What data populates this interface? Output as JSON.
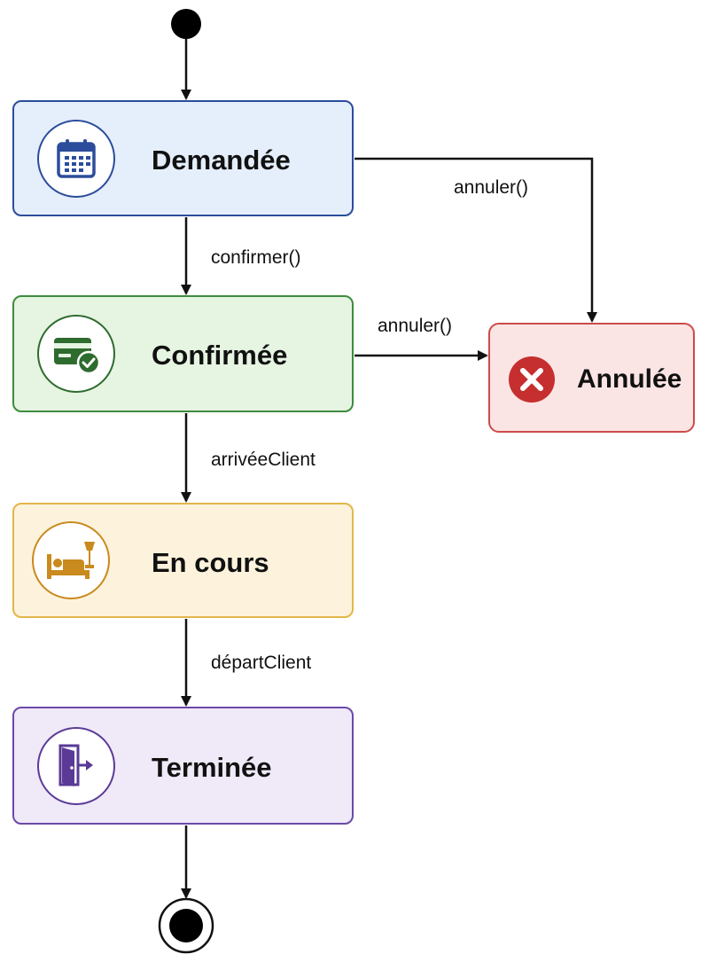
{
  "diagram": {
    "states": {
      "demandee": {
        "label": "Demandée",
        "icon": "calendar-icon",
        "color": "#2b4d9b",
        "fill": "#e5eefb"
      },
      "confirmee": {
        "label": "Confirmée",
        "icon": "credit-card-check-icon",
        "color": "#3d8c3d",
        "fill": "#e6f4e2"
      },
      "en_cours": {
        "label": "En cours",
        "icon": "bed-lamp-icon",
        "color": "#c98a1e",
        "fill": "#fdf3dc"
      },
      "terminee": {
        "label": "Terminée",
        "icon": "door-exit-icon",
        "color": "#5a3a96",
        "fill": "#efe9f8"
      },
      "annulee": {
        "label": "Annulée",
        "icon": "cancel-x-icon",
        "color": "#cc4b4b",
        "fill": "#fbe4e4"
      }
    },
    "transitions": {
      "start_to_demandee": {
        "from": "initial",
        "to": "demandee",
        "label": ""
      },
      "confirmer": {
        "from": "demandee",
        "to": "confirmee",
        "label": "confirmer()"
      },
      "annuler_from_demandee": {
        "from": "demandee",
        "to": "annulee",
        "label": "annuler()"
      },
      "annuler_from_confirmee": {
        "from": "confirmee",
        "to": "annulee",
        "label": "annuler()"
      },
      "arrivee": {
        "from": "confirmee",
        "to": "en_cours",
        "label": "arrivéeClient"
      },
      "depart": {
        "from": "en_cours",
        "to": "terminee",
        "label": "départClient"
      },
      "terminee_to_end": {
        "from": "terminee",
        "to": "final",
        "label": ""
      }
    },
    "initial_node": "initial-state-dot",
    "final_node": "final-state-bullseye"
  }
}
